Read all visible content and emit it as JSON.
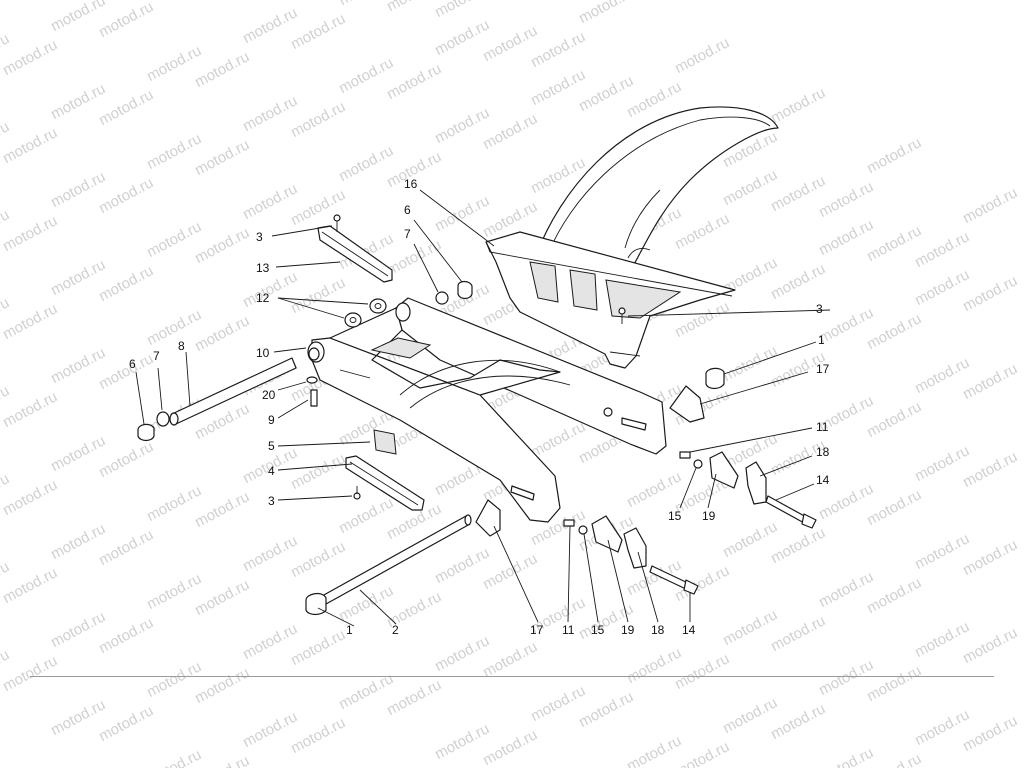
{
  "watermark": {
    "text": "motod.ru"
  },
  "callouts": {
    "c3_top": "3",
    "c13": "13",
    "c16": "16",
    "c6_top": "6",
    "c7_top": "7",
    "c3_right": "3",
    "c12": "12",
    "c1_right": "1",
    "c17_right": "17",
    "c8": "8",
    "c10": "10",
    "c7_left": "7",
    "c6_left": "6",
    "c20": "20",
    "c9": "9",
    "c5": "5",
    "c4": "4",
    "c3_left": "3",
    "c11_right": "11",
    "c18_right": "18",
    "c14_right": "14",
    "c15_right": "15",
    "c19_right": "19",
    "c1_bottom": "1",
    "c2": "2",
    "c17_bottom": "17",
    "c11_bottom": "11",
    "c15_bottom": "15",
    "c19_bottom": "19",
    "c18_bottom": "18",
    "c14_bottom": "14"
  }
}
